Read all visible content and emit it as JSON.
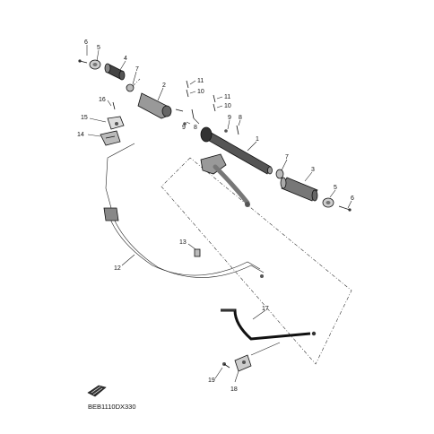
{
  "diagram": {
    "drawing_code": "BEB1110DX330",
    "callouts": {
      "c1": "1",
      "c2": "2",
      "c3": "3",
      "c4": "4",
      "c5a": "5",
      "c5b": "5",
      "c6a": "6",
      "c6b": "6",
      "c7a": "7",
      "c7b": "7",
      "c8a": "8",
      "c8b": "8",
      "c9a": "9",
      "c9b": "9",
      "c10a": "10",
      "c10b": "10",
      "c11a": "11",
      "c11b": "11",
      "c12": "12",
      "c13": "13",
      "c14": "14",
      "c15": "15",
      "c16": "16",
      "c17": "17",
      "c18": "18",
      "c19": "19"
    },
    "icons": {
      "logo": "manual-book-icon"
    }
  }
}
